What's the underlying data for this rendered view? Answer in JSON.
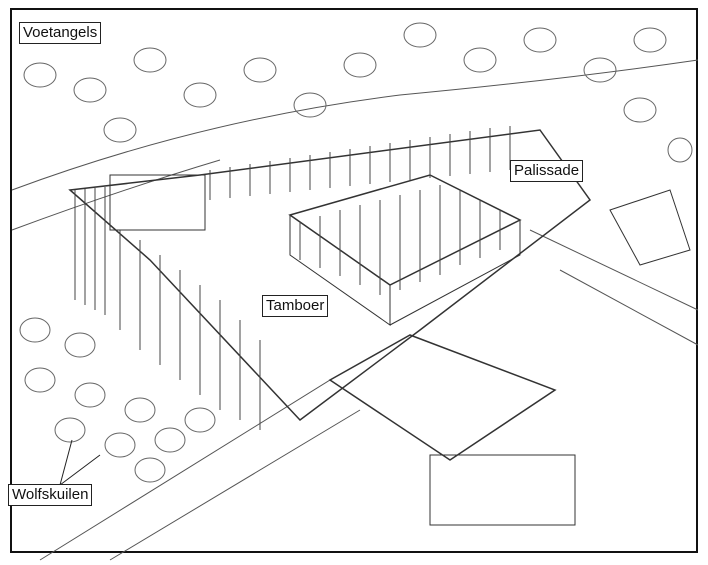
{
  "labels": {
    "voetangels": "Voetangels",
    "palissade": "Palissade",
    "tamboer": "Tamboer",
    "wolfskuilen": "Wolfskuilen"
  }
}
